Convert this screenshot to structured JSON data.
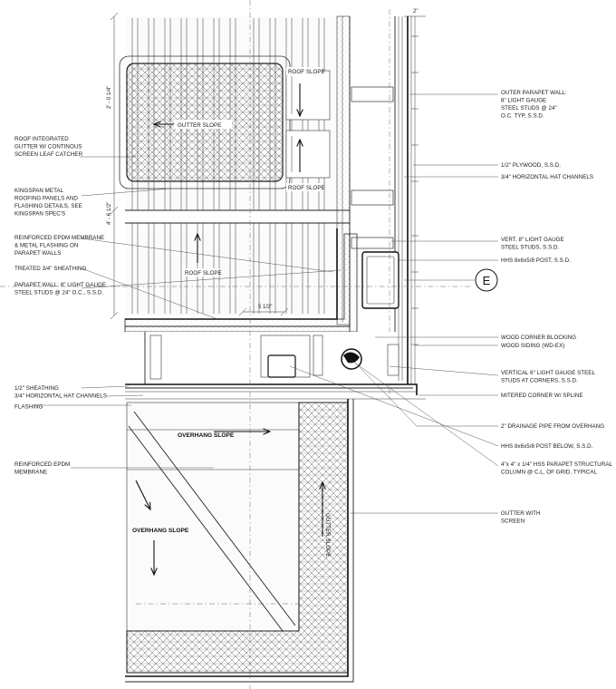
{
  "drawing": {
    "labels_left": [
      {
        "lines": [
          "ROOF INTEGRATED",
          "GUTTER W/ CONTINOUS",
          "SCREEN LEAF CATCHER"
        ]
      },
      {
        "lines": [
          "KINGSPAN METAL",
          "ROOFING PANELS AND",
          "FLASHING DETAILS, SEE",
          "KINGSPAN SPEC'S"
        ]
      },
      {
        "lines": [
          "REINFORCED EPDM MEMBRANE",
          "& METAL FLASHING ON",
          "PARAPET WALLS"
        ]
      },
      {
        "lines": [
          "TREATED 3/4\" SHEATHING"
        ]
      },
      {
        "lines": [
          "PARAPET WALL: 8\" LIGHT GAUGE",
          "STEEL STUDS @ 24\" O.C., S.S.D."
        ]
      },
      {
        "lines": [
          "1/2\" SHEATHING",
          "3/4\" HORIZONTAL HAT CHANNELS",
          "FLASHING"
        ]
      },
      {
        "lines": [
          "REINFORCED EPDM",
          "MEMBRANE"
        ]
      }
    ],
    "labels_right": [
      {
        "lines": [
          "OUTER PARAPET WALL:",
          "8\" LIGHT GAUGE",
          "STEEL STUDS @ 24\"",
          "O.C. TYP, S.S.D."
        ]
      },
      {
        "lines": [
          "1/2\" PLYWOOD, S.S.D."
        ]
      },
      {
        "lines": [
          "3/4\" HORIZONTAL HAT CHANNELS"
        ]
      },
      {
        "lines": [
          "VERT. 8\" LIGHT GAUGE",
          "STEEL STUDS, S.S.D."
        ]
      },
      {
        "lines": [
          "HHS 8x6x5/8 POST, S.S.D."
        ]
      },
      {
        "lines": [
          "WOOD CORNER BLOCKING"
        ]
      },
      {
        "lines": [
          "WOOD SIDING (WD-EX)"
        ]
      },
      {
        "lines": [
          "VERTICAL 6\" LIGHT GAUGE STEEL",
          "STUDS AT CORNERS, S.S.D."
        ]
      },
      {
        "lines": [
          "MITERED CORNER W/ SPLINE"
        ]
      },
      {
        "lines": [
          "2\" DRAINAGE PIPE FROM OVERHANG"
        ]
      },
      {
        "lines": [
          "HHS 8x6x5/8 POST BELOW, S.S.D."
        ]
      },
      {
        "lines": [
          "4\"x 4\" x 1/4\" HSS PARAPET STRUCTURAL",
          "COLUMN @ C.L. OF GRID, TYPICAL"
        ]
      },
      {
        "lines": [
          "GUTTER WITH",
          "SCREEN"
        ]
      }
    ],
    "slope_labels": {
      "gutter_slope_top": "GUTTER SLOPE",
      "roof_slope_upper_1": "ROOF SLOPE",
      "roof_slope_upper_2": "ROOF SLOPE",
      "roof_slope_lower": "ROOF SLOPE",
      "overhang_slope_1": "OVERHANG SLOPE",
      "overhang_slope_2": "OVERHANG SLOPE",
      "gutter_slope_vertical": "GUTTER SLOPE"
    },
    "dimensions": {
      "top_vertical": "2' - 0 1/4\"",
      "mid_vertical": "4' - 6 1/2\"",
      "horizontal": "5 1/2\"",
      "top_right": "2\""
    },
    "grid_marker": "E"
  }
}
